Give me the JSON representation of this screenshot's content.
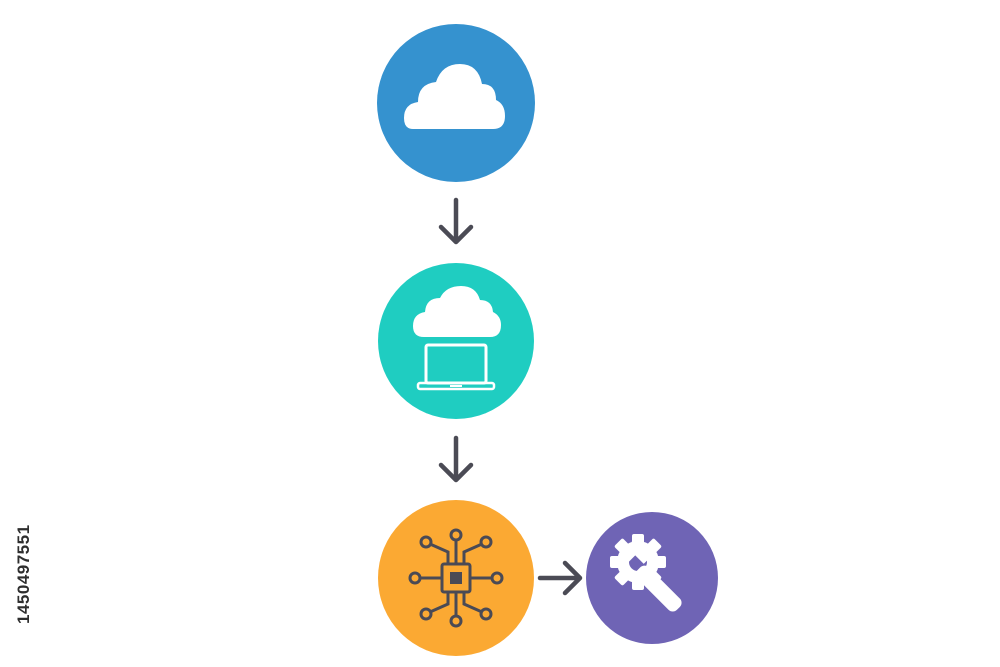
{
  "nodes": [
    {
      "id": "cloud",
      "icon": "cloud-icon",
      "color": "#3592cf"
    },
    {
      "id": "cloud-computing",
      "icon": "cloud-laptop-icon",
      "color": "#1fcdc1"
    },
    {
      "id": "processor",
      "icon": "cpu-circuit-icon",
      "color": "#fba933"
    },
    {
      "id": "settings",
      "icon": "gear-wrench-icon",
      "color": "#6f64b5"
    }
  ],
  "edges": [
    {
      "from": "cloud",
      "to": "cloud-computing",
      "direction": "down"
    },
    {
      "from": "cloud-computing",
      "to": "processor",
      "direction": "down"
    },
    {
      "from": "processor",
      "to": "settings",
      "direction": "right"
    }
  ],
  "colors": {
    "arrow": "#4b4b55",
    "icon_light": "#ffffff",
    "icon_dark": "#4a4a55"
  },
  "watermark": {
    "id_text": "1450497551"
  }
}
